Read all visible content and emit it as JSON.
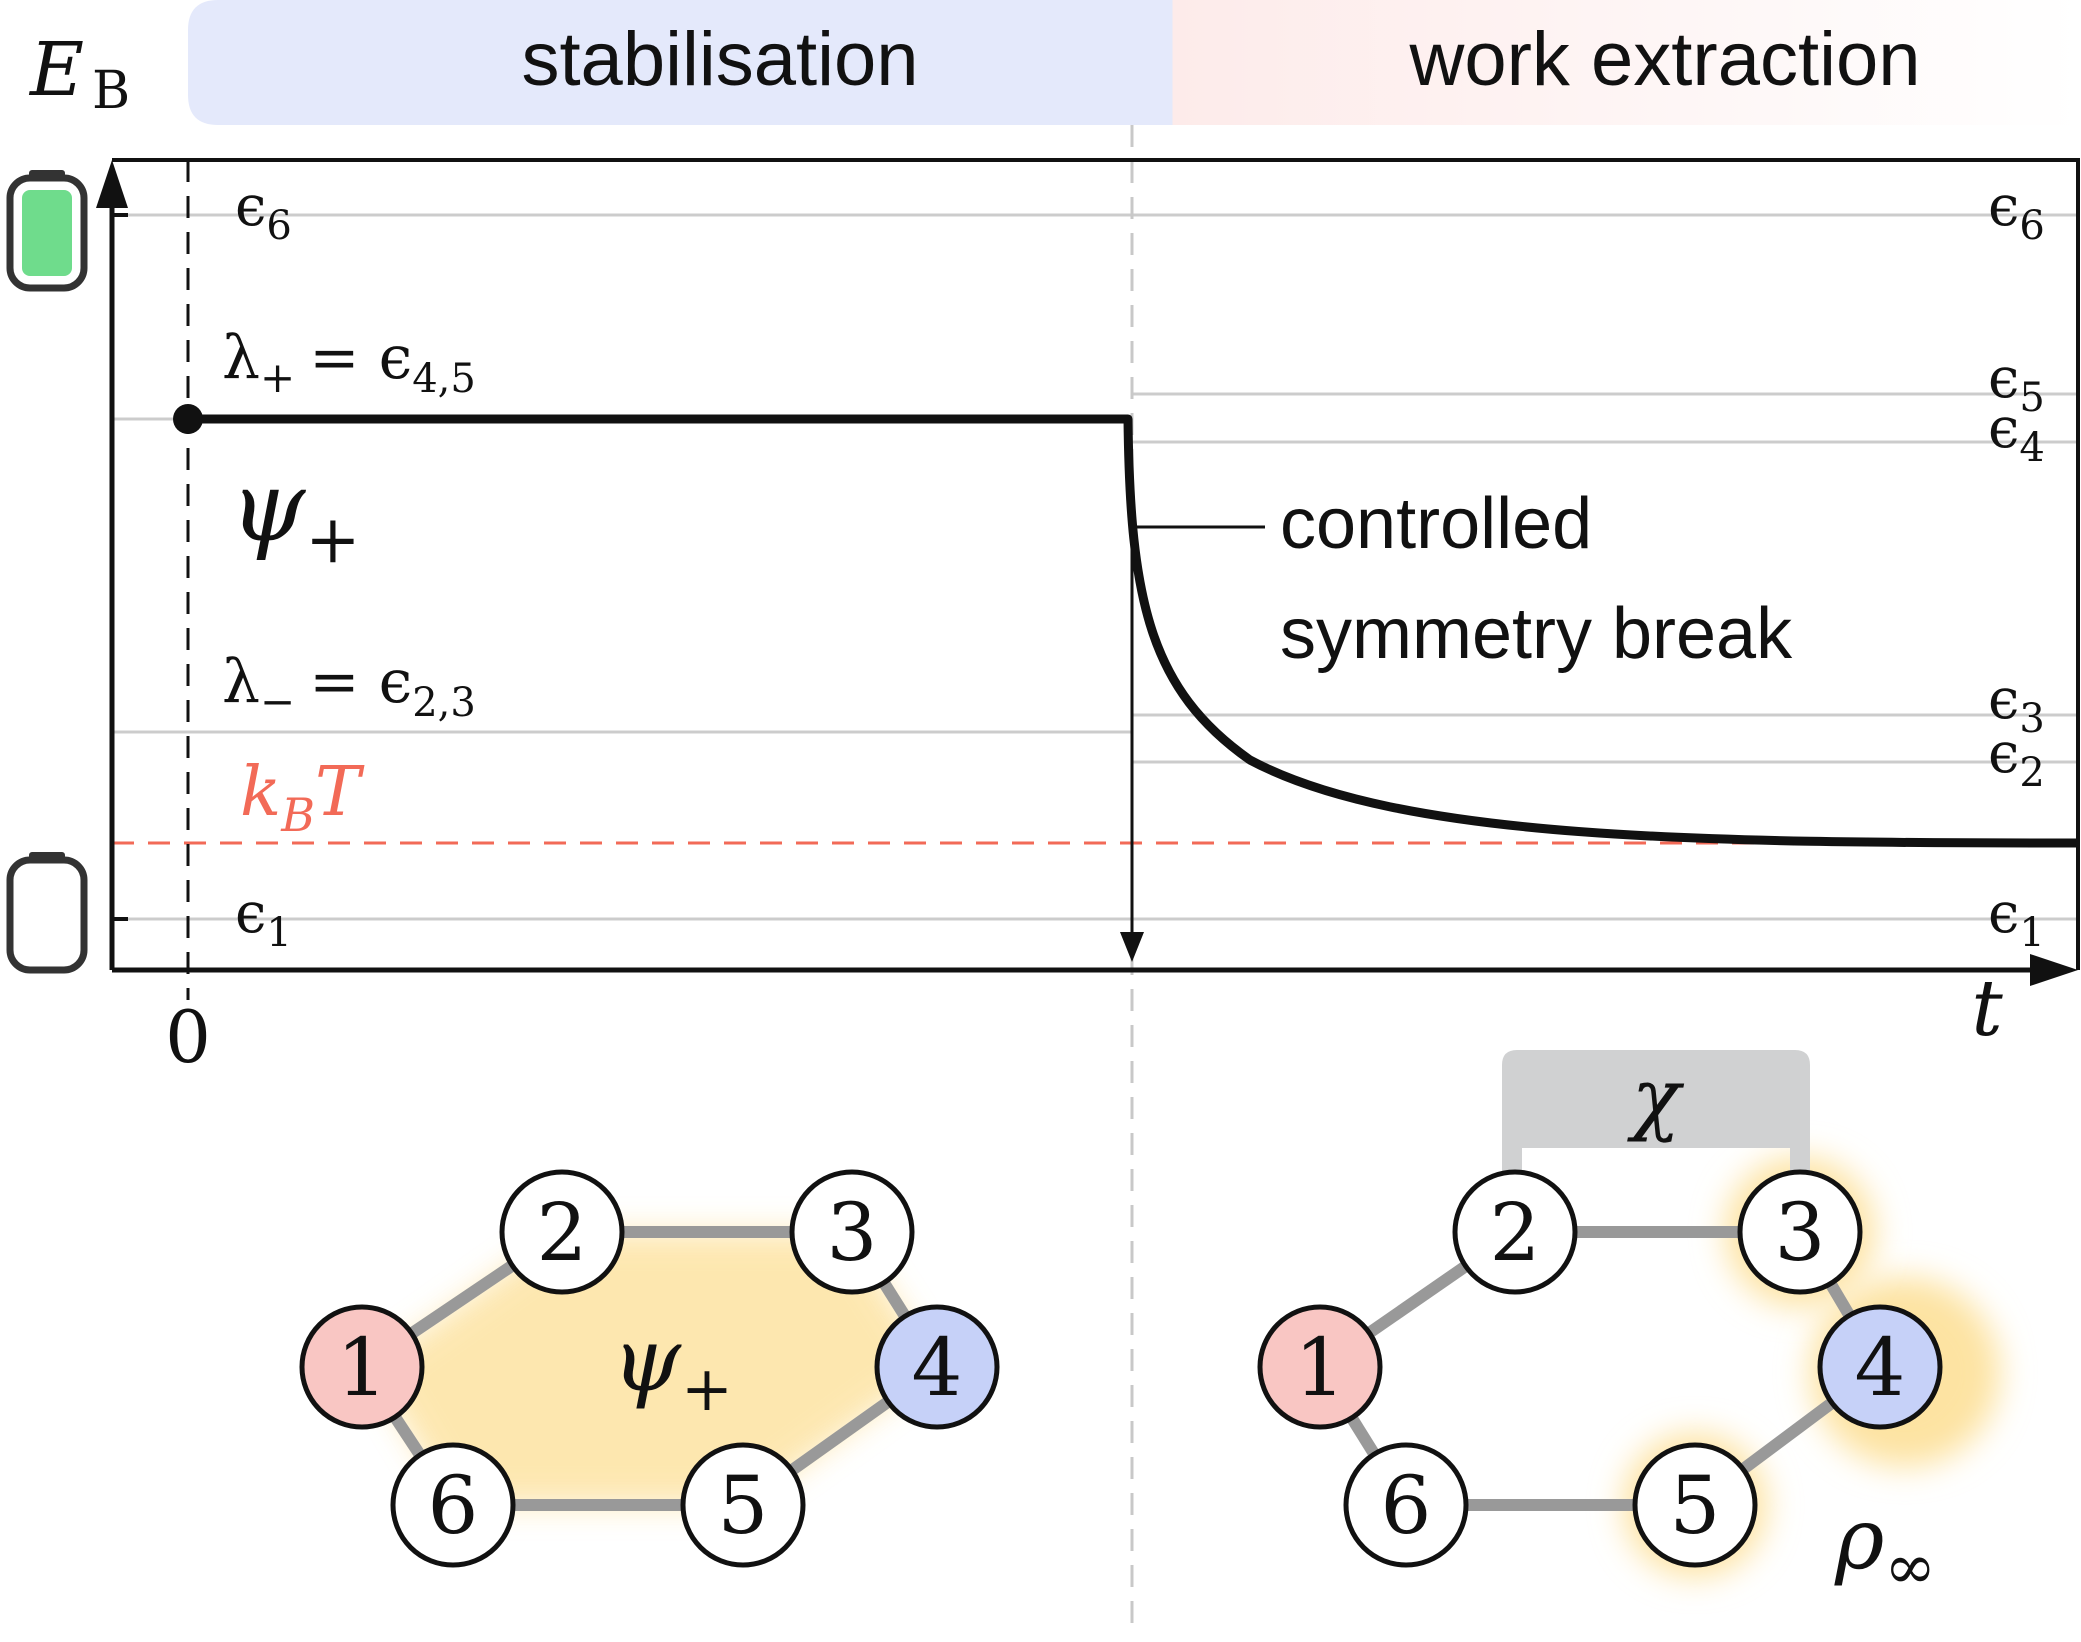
{
  "phases": {
    "stabilisation": "stabilisation",
    "work_extraction": "work extraction",
    "stabilisation_color": "#e4e9fb",
    "work_extraction_color": "#fdebea"
  },
  "axes": {
    "y_label_main": "E",
    "y_label_sub": "B",
    "x_label": "t",
    "origin_label": "0"
  },
  "levels_left": {
    "eps6": {
      "sym": "ϵ",
      "sub": "6"
    },
    "eps1": {
      "sym": "ϵ",
      "sub": "1"
    },
    "lambda_plus": {
      "sym": "λ",
      "sup": "+",
      "rhs": "= ϵ",
      "sub": "4,5"
    },
    "lambda_minus": {
      "sym": "λ",
      "sup": "−",
      "rhs": "= ϵ",
      "sub": "2,3"
    }
  },
  "levels_right": {
    "eps6": {
      "sym": "ϵ",
      "sub": "6"
    },
    "eps5": {
      "sym": "ϵ",
      "sub": "5"
    },
    "eps4": {
      "sym": "ϵ",
      "sub": "4"
    },
    "eps3": {
      "sym": "ϵ",
      "sub": "3"
    },
    "eps2": {
      "sym": "ϵ",
      "sub": "2"
    },
    "eps1": {
      "sym": "ϵ",
      "sub": "1"
    }
  },
  "state_label": {
    "sym": "ψ",
    "sub": "+"
  },
  "temperature": {
    "k": "k",
    "sub": "B",
    "T": "T",
    "color": "#f26a57"
  },
  "annotation": {
    "line1": "controlled",
    "line2": "symmetry break"
  },
  "battery": {
    "full_color": "#6fdc8c",
    "frame_color": "#333333"
  },
  "left_molecule": {
    "nodes": [
      "1",
      "2",
      "3",
      "4",
      "5",
      "6"
    ],
    "label": {
      "sym": "ψ",
      "sub": "+"
    }
  },
  "right_molecule": {
    "nodes": [
      "1",
      "2",
      "3",
      "4",
      "5",
      "6"
    ],
    "coupling_label": "χ",
    "state_label": {
      "sym": "ρ",
      "sub": "∞"
    }
  },
  "colors": {
    "node1": "#f9c6c3",
    "node4": "#c6d1f8",
    "glow": "#fde3a2",
    "bond": "#999999",
    "level_line": "#cccccc"
  }
}
